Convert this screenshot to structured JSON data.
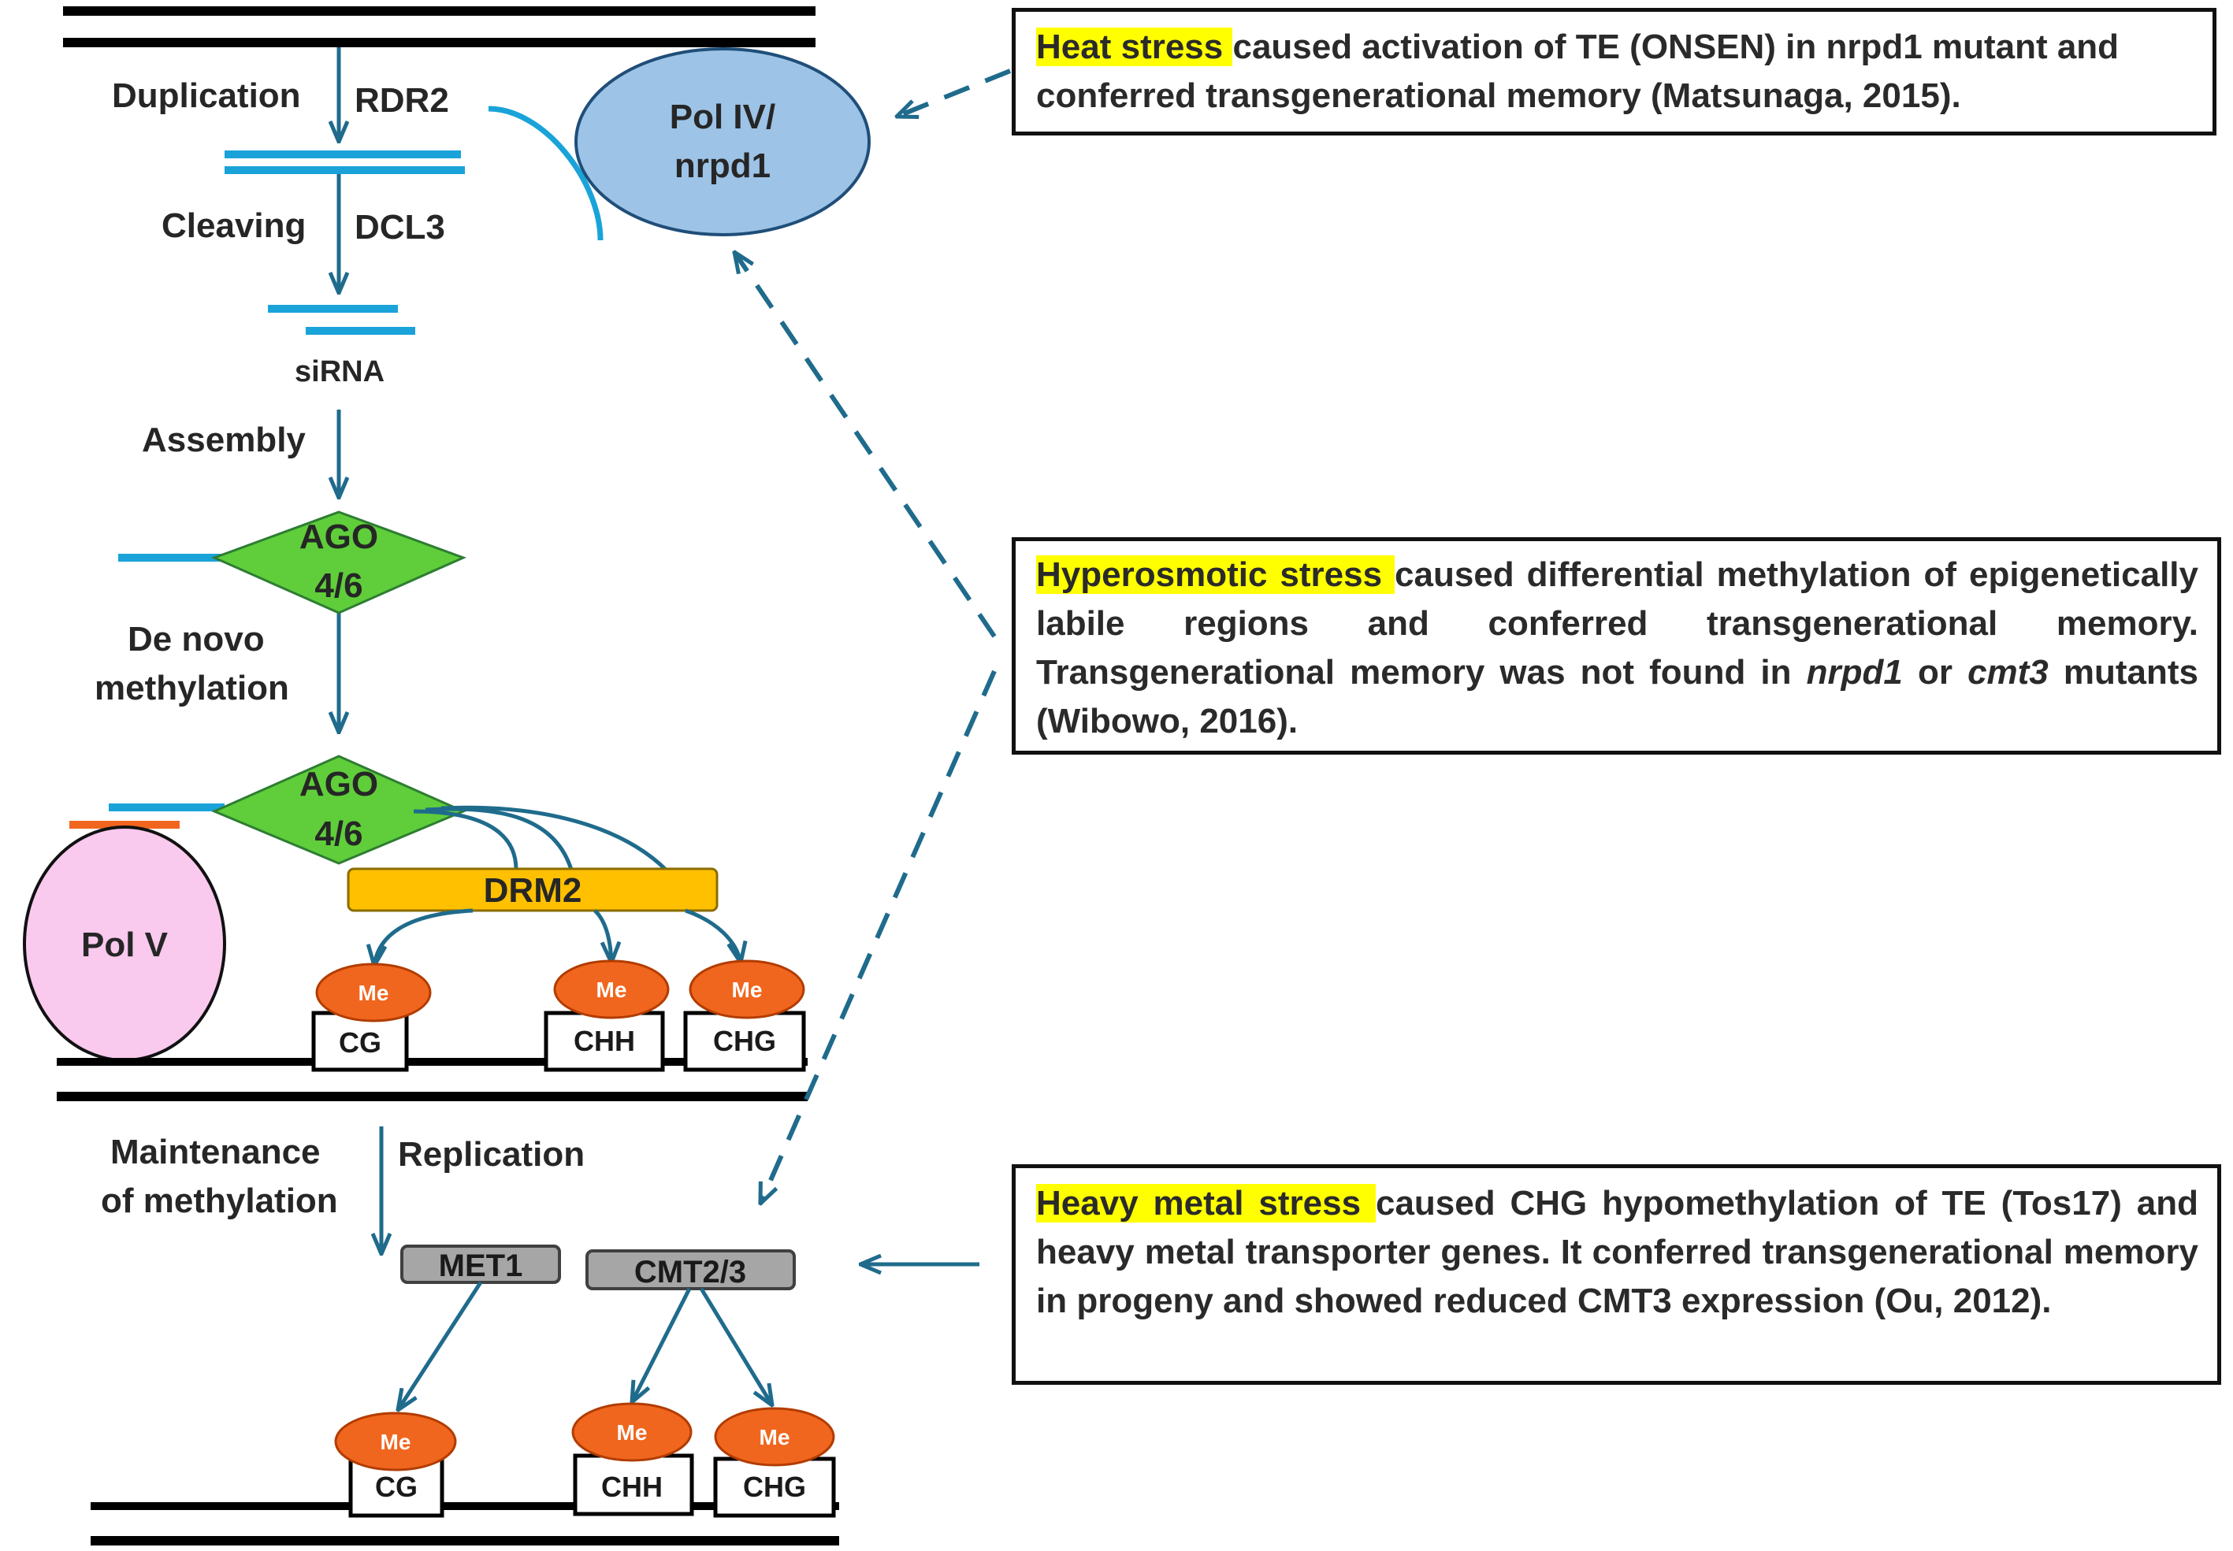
{
  "pathway": {
    "duplication": "Duplication",
    "rdr2": "RDR2",
    "pol_iv_line1": "Pol IV/",
    "pol_iv_line2": "nrpd1",
    "cleaving": "Cleaving",
    "dcl3": "DCL3",
    "sirna": "siRNA",
    "assembly": "Assembly",
    "ago_a_line1": "AGO",
    "ago_a_line2": "4/6",
    "de_novo_line1": "De novo",
    "de_novo_line2": "methylation",
    "ago_b_line1": "AGO",
    "ago_b_line2": "4/6",
    "drm2": "DRM2",
    "pol_v": "Pol V",
    "me": "Me",
    "site_cg": "CG",
    "site_chh": "CHH",
    "site_chg": "CHG",
    "maintenance_line1": "Maintenance",
    "maintenance_line2": "of methylation",
    "replication": "Replication",
    "met1": "MET1",
    "cmt23": "CMT2/3"
  },
  "notes": {
    "heat": {
      "highlight": "Heat stress ",
      "text": "caused activation of TE (ONSEN) in nrpd1 mutant and conferred transgenerational memory  (Matsunaga, 2015)."
    },
    "hyperosmotic": {
      "highlight": "Hyperosmotic stress ",
      "text1": "caused differential methylation of epigenetically labile regions and conferred transgenerational memory. Transgenerational memory was not found in ",
      "italic1": "nrpd1",
      "text2": " or ",
      "italic2": "cmt3",
      "text3": " mutants  (Wibowo, 2016)."
    },
    "heavy_metal": {
      "highlight": "Heavy metal stress ",
      "text": "caused CHG hypomethylation of TE (Tos17) and heavy metal transporter genes. It conferred transgenerational memory in progeny and showed reduced CMT3 expression (Ou, 2012)."
    }
  },
  "colors": {
    "arrow": "#1f6b8c",
    "rna_strand": "#1aa3d9",
    "pol_iv_fill": "#9dc3e6",
    "ago_fill": "#5fce3a",
    "drm2_fill": "#ffc000",
    "pol_v_fill": "#f9c9ee",
    "me_fill": "#f0661e",
    "enzyme_gray": "#a6a6a6",
    "highlight": "#ffff00"
  }
}
